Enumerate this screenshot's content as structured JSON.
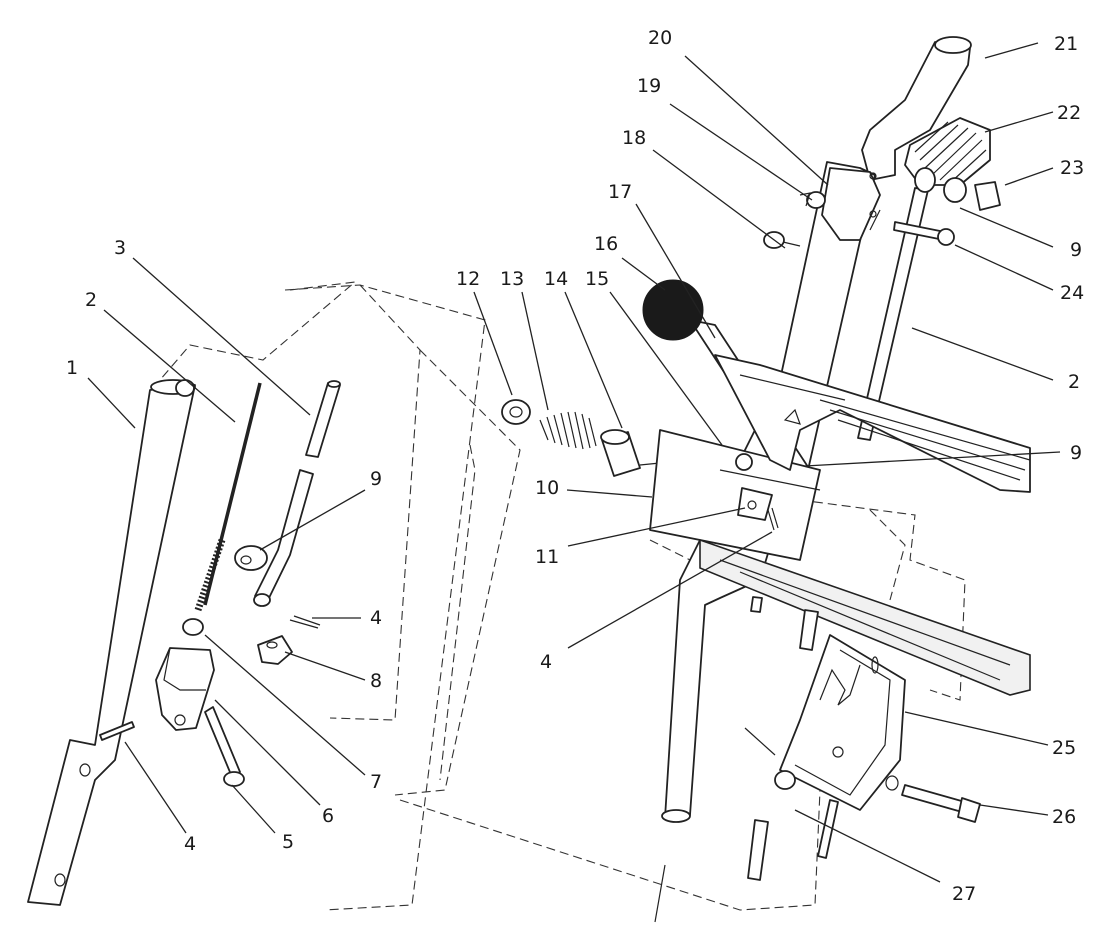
{
  "callouts": {
    "c1": "1",
    "c2a": "2",
    "c2b": "2",
    "c3": "3",
    "c4a": "4",
    "c4b": "4",
    "c4c": "4",
    "c5": "5",
    "c6": "6",
    "c7": "7",
    "c8": "8",
    "c9a": "9",
    "c9b": "9",
    "c9c": "9",
    "c10": "10",
    "c11": "11",
    "c12": "12",
    "c13": "13",
    "c14": "14",
    "c15": "15",
    "c16": "16",
    "c17": "17",
    "c18": "18",
    "c19": "19",
    "c20": "20",
    "c21": "21",
    "c22": "22",
    "c23": "23",
    "c24": "24",
    "c25": "25",
    "c26": "26",
    "c27": "27"
  },
  "colors": {
    "ink": "#1a1a1a",
    "paper": "#ffffff"
  }
}
